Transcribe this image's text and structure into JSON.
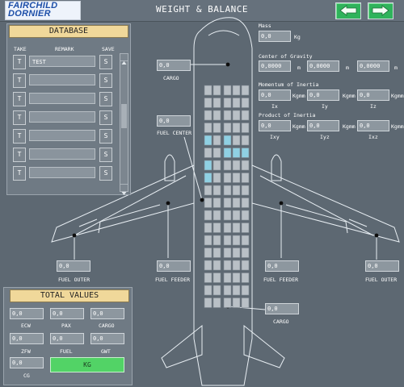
{
  "header": {
    "logo_line1": "FAIRCHILD",
    "logo_line2": "DORNIER",
    "title": "WEIGHT & BALANCE",
    "back_icon": "arrow-left-icon",
    "forward_icon": "arrow-right-icon"
  },
  "database": {
    "title": "DATABASE",
    "col_take": "TAKE",
    "col_remark": "REMARK",
    "col_save": "SAVE",
    "rows": [
      {
        "take": "T",
        "remark": "TEST",
        "save": "S"
      },
      {
        "take": "T",
        "remark": "",
        "save": "S"
      },
      {
        "take": "T",
        "remark": "",
        "save": "S"
      },
      {
        "take": "T",
        "remark": "",
        "save": "S"
      },
      {
        "take": "T",
        "remark": "",
        "save": "S"
      },
      {
        "take": "T",
        "remark": "",
        "save": "S"
      },
      {
        "take": "T",
        "remark": "",
        "save": "S"
      }
    ]
  },
  "total": {
    "title": "TOTAL VALUES",
    "ecw": {
      "value": "0,0",
      "label": "ECW"
    },
    "pax": {
      "value": "0,0",
      "label": "PAX"
    },
    "cargo": {
      "value": "0,0",
      "label": "CARGO"
    },
    "zfw": {
      "value": "0,0",
      "label": "ZFW"
    },
    "fuel": {
      "value": "0,0",
      "label": "FUEL"
    },
    "gwt": {
      "value": "0,0",
      "label": "GWT"
    },
    "cg": {
      "value": "0,0",
      "label": "CG"
    },
    "unit_button": "KG"
  },
  "mass": {
    "label": "Mass",
    "value": "0,0",
    "unit": "Kg"
  },
  "cog": {
    "label": "Center of Gravity",
    "x": "0,0000",
    "y": "0,0000",
    "z": "0,0000",
    "unit": "m"
  },
  "moment": {
    "label": "Momentum of Inertia",
    "ix": "0,0",
    "iy": "0,0",
    "iz": "0,0",
    "unit": "Kgmm",
    "lx": "Ix",
    "ly": "Iy",
    "lz": "Iz"
  },
  "product": {
    "label": "Product of Inertia",
    "ixy": "0,0",
    "iyz": "0,0",
    "ixz": "0,0",
    "unit": "Kgmm",
    "lxy": "Ixy",
    "lyz": "Iyz",
    "lxz": "Ixz"
  },
  "aircraft": {
    "cargo_front": {
      "value": "0,0",
      "label": "CARGO"
    },
    "cargo_rear": {
      "value": "0,0",
      "label": "CARGO"
    },
    "fuel_center": {
      "value": "0,0",
      "label": "FUEL CENTER"
    },
    "fuel_outer_left": {
      "value": "0,0",
      "label": "FUEL OUTER"
    },
    "fuel_feeder_left": {
      "value": "0,0",
      "label": "FUEL FEEDER"
    },
    "fuel_feeder_right": {
      "value": "0,0",
      "label": "FUEL FEEDER"
    },
    "fuel_outer_right": {
      "value": "0,0",
      "label": "FUEL OUTER"
    }
  },
  "colors": {
    "seat_default": "#b9c0c6",
    "seat_selected": "#8fd0e3",
    "nav_button": "#2fb35b",
    "panel_header": "#f0d89a",
    "unit_button": "#52d366"
  }
}
